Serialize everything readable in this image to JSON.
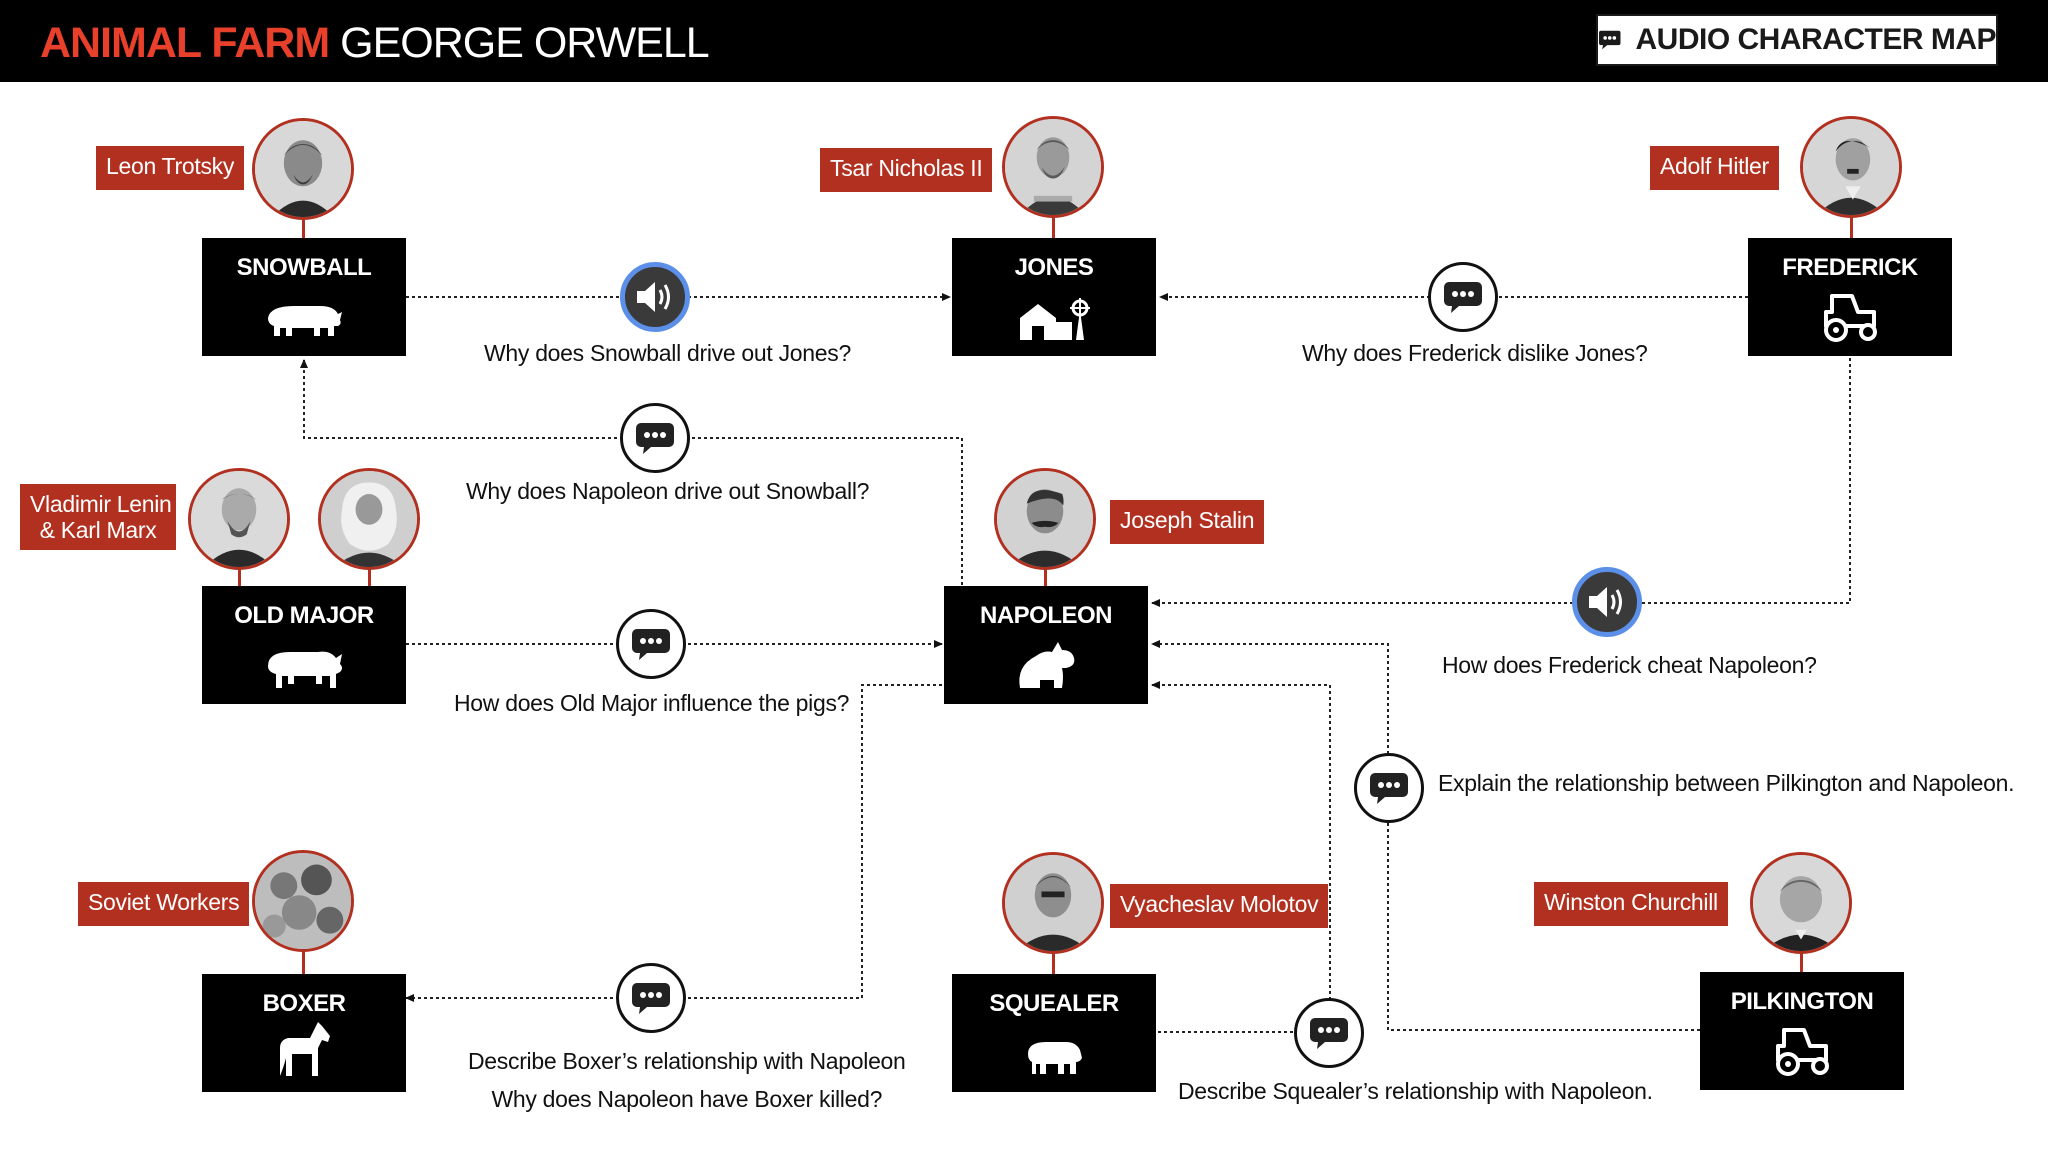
{
  "header": {
    "title_red": "ANIMAL FARM",
    "title_white": "GEORGE ORWELL",
    "badge_label": "AUDIO CHARACTER MAP",
    "badge_icon": "speech-bubble-icon"
  },
  "colors": {
    "header_bg": "#000000",
    "title_accent": "#e8402a",
    "tag_red": "#b2301f",
    "box_bg": "#000000",
    "audio_ring": "#5b8fe8"
  },
  "characters": {
    "snowball": {
      "name": "SNOWBALL",
      "icon": "pig-icon",
      "figure": "Leon Trotsky"
    },
    "jones": {
      "name": "JONES",
      "icon": "farm-icon",
      "figure": "Tsar Nicholas II"
    },
    "frederick": {
      "name": "FREDERICK",
      "icon": "tractor-icon",
      "figure": "Adolf Hitler"
    },
    "old_major": {
      "name": "OLD MAJOR",
      "icon": "boar-icon",
      "figure_line1": "Vladimir Lenin",
      "figure_line2": "& Karl Marx"
    },
    "napoleon": {
      "name": "NAPOLEON",
      "icon": "sitting-pig-icon",
      "figure": "Joseph Stalin"
    },
    "boxer": {
      "name": "BOXER",
      "icon": "horse-icon",
      "figure": "Soviet Workers"
    },
    "squealer": {
      "name": "SQUEALER",
      "icon": "pig-icon",
      "figure": "Vyacheslav Molotov"
    },
    "pilkington": {
      "name": "PILKINGTON",
      "icon": "tractor-icon",
      "figure": "Winston Churchill"
    }
  },
  "questions": {
    "snowball_jones": {
      "type": "audio",
      "icon": "speaker-icon",
      "text": "Why does Snowball drive out Jones?"
    },
    "frederick_jones": {
      "type": "chat",
      "icon": "chat-icon",
      "text": "Why does Frederick dislike Jones?"
    },
    "napoleon_snowball": {
      "type": "chat",
      "icon": "chat-icon",
      "text": "Why does Napoleon drive out Snowball?"
    },
    "oldmajor_pigs": {
      "type": "chat",
      "icon": "chat-icon",
      "text": "How does Old Major influence the pigs?"
    },
    "frederick_napoleon": {
      "type": "audio",
      "icon": "speaker-icon",
      "text": "How does Frederick cheat Napoleon?"
    },
    "pilkington_napoleon": {
      "type": "chat",
      "icon": "chat-icon",
      "text": "Explain the relationship between Pilkington and Napoleon."
    },
    "boxer_napoleon": {
      "type": "chat",
      "icon": "chat-icon",
      "text_line1": "Describe Boxer’s relationship with Napoleon",
      "text_line2": "Why does Napoleon have Boxer killed?"
    },
    "squealer_napoleon": {
      "type": "chat",
      "icon": "chat-icon",
      "text": "Describe Squealer’s relationship with Napoleon."
    }
  }
}
